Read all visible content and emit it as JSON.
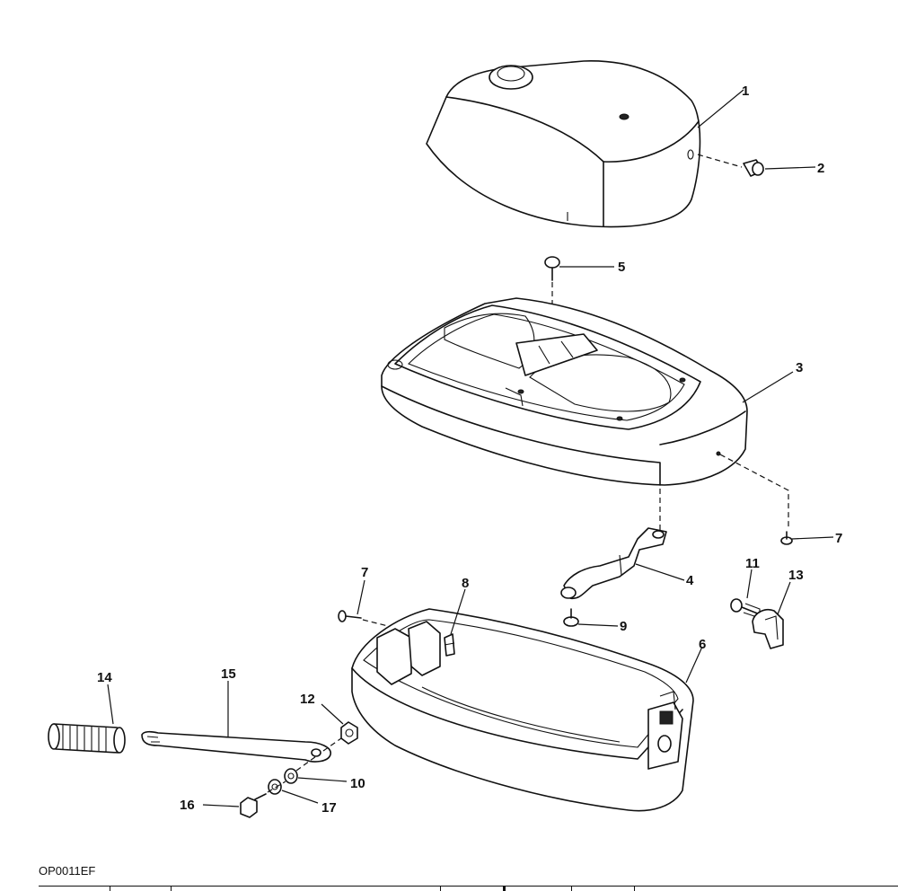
{
  "figure_code": "OP0011EF",
  "callouts": [
    {
      "id": "1",
      "text": "1"
    },
    {
      "id": "2",
      "text": "2"
    },
    {
      "id": "3",
      "text": "3"
    },
    {
      "id": "4",
      "text": "4"
    },
    {
      "id": "5",
      "text": "5"
    },
    {
      "id": "6",
      "text": "6"
    },
    {
      "id": "7a",
      "text": "7"
    },
    {
      "id": "7b",
      "text": "7"
    },
    {
      "id": "8",
      "text": "8"
    },
    {
      "id": "9",
      "text": "9"
    },
    {
      "id": "10",
      "text": "10"
    },
    {
      "id": "11",
      "text": "11"
    },
    {
      "id": "12",
      "text": "12"
    },
    {
      "id": "13",
      "text": "13"
    },
    {
      "id": "14",
      "text": "14"
    },
    {
      "id": "15",
      "text": "15"
    },
    {
      "id": "16",
      "text": "16"
    },
    {
      "id": "17",
      "text": "17"
    }
  ]
}
